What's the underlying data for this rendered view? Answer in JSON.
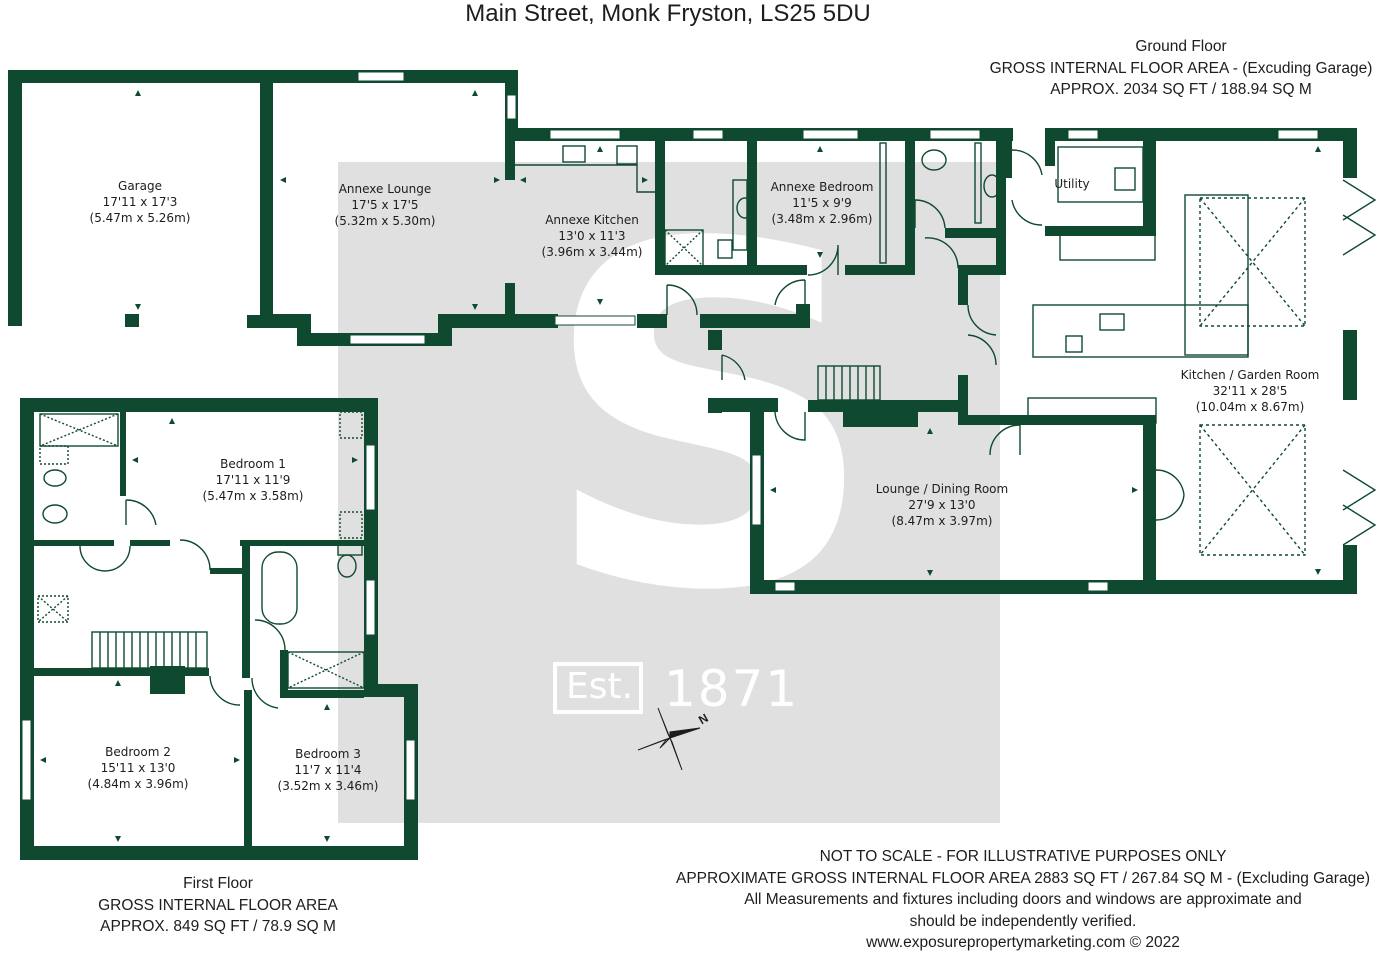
{
  "title": "Main Street, Monk Fryston, LS25 5DU",
  "colors": {
    "wall": "#0f4a30",
    "watermark_bg": "#e0e0e0",
    "text": "#1d1d1d"
  },
  "ground_floor": {
    "heading": "Ground Floor",
    "area_line1": "GROSS INTERNAL FLOOR AREA - (Excuding Garage)",
    "area_line2": "APPROX. 2034 SQ FT / 188.94 SQ M"
  },
  "first_floor": {
    "heading": "First Floor",
    "area_line1": "GROSS INTERNAL FLOOR AREA",
    "area_line2": "APPROX. 849 SQ FT / 78.9 SQ M"
  },
  "rooms": {
    "garage": {
      "name": "Garage",
      "imperial": "17'11 x 17'3",
      "metric": "(5.47m x 5.26m)"
    },
    "annexe_lounge": {
      "name": "Annexe Lounge",
      "imperial": "17'5 x 17'5",
      "metric": "(5.32m x 5.30m)"
    },
    "annexe_kitchen": {
      "name": "Annexe Kitchen",
      "imperial": "13'0 x 11'3",
      "metric": "(3.96m x 3.44m)"
    },
    "annexe_bedroom": {
      "name": "Annexe Bedroom",
      "imperial": "11'5 x 9'9",
      "metric": "(3.48m x 2.96m)"
    },
    "utility": {
      "name": "Utility"
    },
    "kitchen_garden": {
      "name": "Kitchen / Garden Room",
      "imperial": "32'11 x 28'5",
      "metric": "(10.04m x 8.67m)"
    },
    "lounge_dining": {
      "name": "Lounge / Dining Room",
      "imperial": "27'9 x 13'0",
      "metric": "(8.47m x 3.97m)"
    },
    "bedroom1": {
      "name": "Bedroom 1",
      "imperial": "17'11 x 11'9",
      "metric": "(5.47m x 3.58m)"
    },
    "bedroom2": {
      "name": "Bedroom 2",
      "imperial": "15'11 x 13'0",
      "metric": "(4.84m x 3.96m)"
    },
    "bedroom3": {
      "name": "Bedroom 3",
      "imperial": "11'7 x 11'4",
      "metric": "(3.52m x 3.46m)"
    }
  },
  "watermark": {
    "letter": "S",
    "est": "Est.",
    "year": "1871"
  },
  "compass_label": "N",
  "footer": {
    "line1": "NOT TO SCALE - FOR ILLUSTRATIVE PURPOSES ONLY",
    "line2": "APPROXIMATE GROSS INTERNAL FLOOR AREA 2883 SQ FT / 267.84 SQ M - (Excluding Garage)",
    "line3": "All Measurements and fixtures including doors and windows are approximate and",
    "line4": "should be independently verified.",
    "line5": "www.exposurepropertymarketing.com © 2022"
  }
}
